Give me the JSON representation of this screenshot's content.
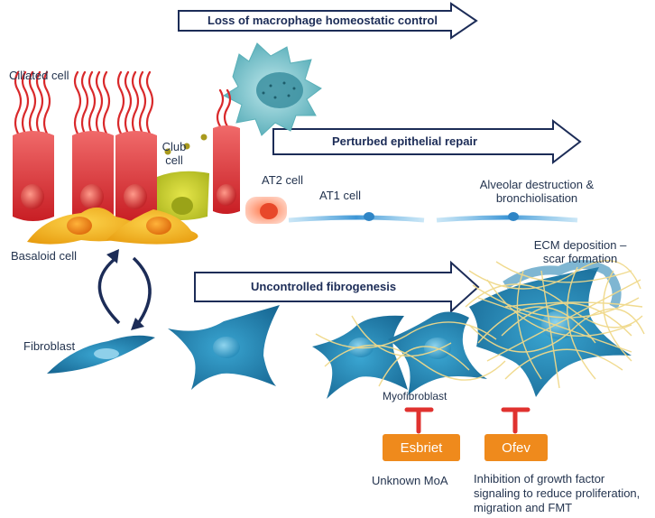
{
  "arrows": {
    "macrophage": "Loss of macrophage homeostatic control",
    "epithelial": "Perturbed epithelial repair",
    "fibrogenesis": "Uncontrolled fibrogenesis"
  },
  "cells": {
    "ciliated": "Ciliated cell",
    "club_line1": "Club",
    "club_line2": "cell",
    "at2": "AT2 cell",
    "at1": "AT1 cell",
    "basaloid": "Basaloid cell",
    "fibroblast": "Fibroblast",
    "myofibroblast": "Myofibroblast"
  },
  "annotations": {
    "alveolar_line1": "Alveolar destruction &",
    "alveolar_line2": "bronchiolisation",
    "ecm_line1": "ECM deposition –",
    "ecm_line2": "scar formation"
  },
  "drugs": {
    "esbriet": {
      "name": "Esbriet",
      "note": "Unknown MoA"
    },
    "ofev": {
      "name": "Ofev",
      "note_line1": "Inhibition of growth factor",
      "note_line2": "signaling to reduce proliferation,",
      "note_line3": "migration and FMT"
    }
  },
  "colors": {
    "arrow_outline": "#1c2c57",
    "ciliated_red": "#d9292b",
    "club_green": "#b9c22a",
    "basaloid_yellow": "#f3b419",
    "fibro_blue": "#1f85b0",
    "ecm_yellow": "#f0d98a",
    "inhibit_red": "#e0322f",
    "drug_orange": "#ef8a1c",
    "cycle_arrow": "#1c2c57"
  }
}
